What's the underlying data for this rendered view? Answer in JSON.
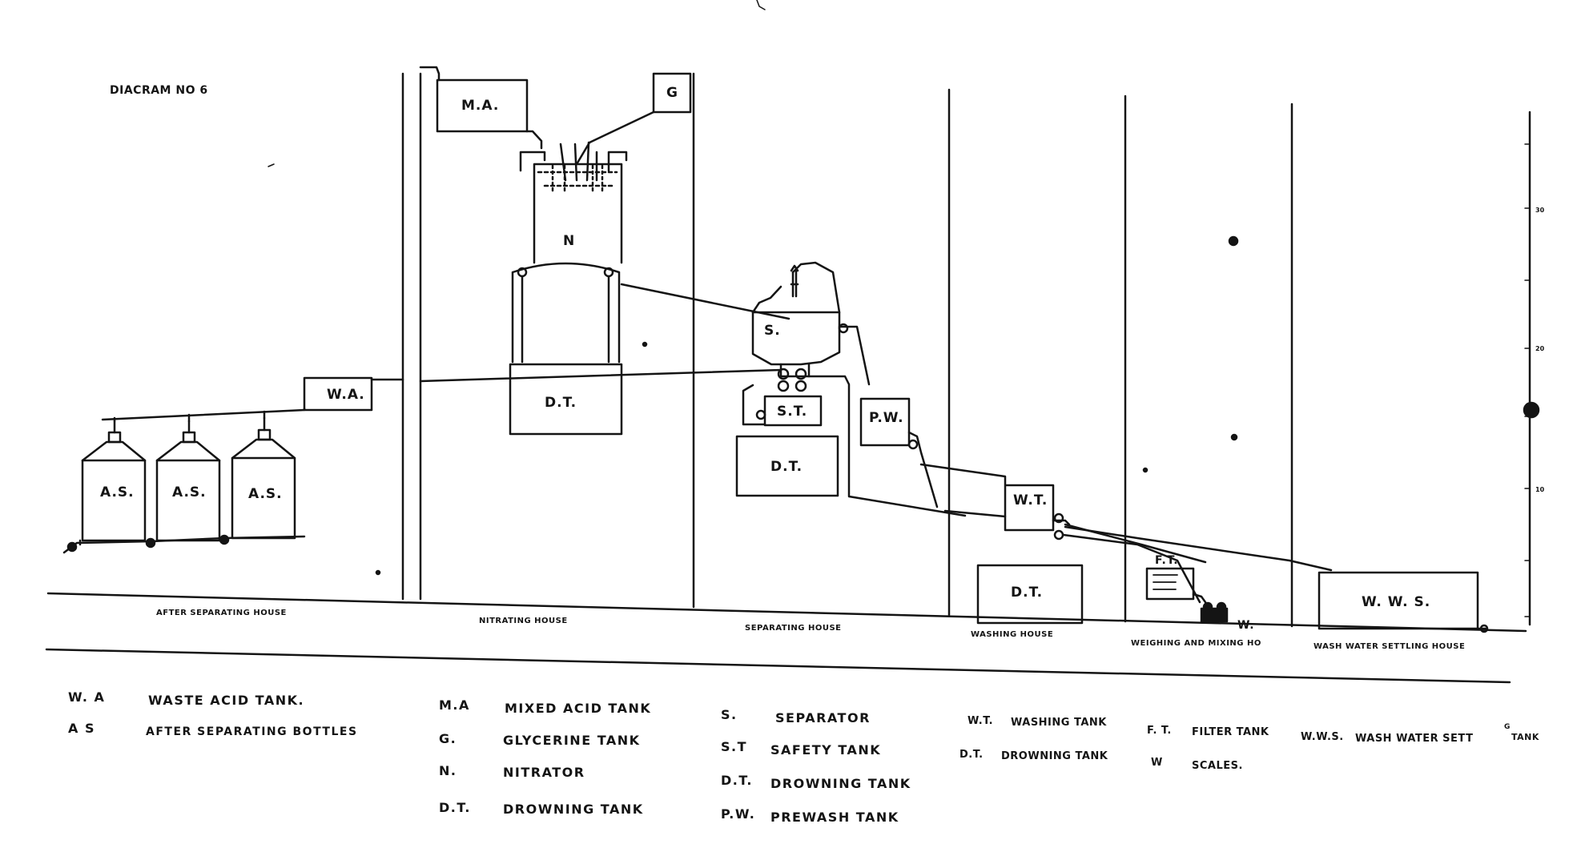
{
  "title": "DIACRAM NO 6",
  "houses": [
    "AFTER SEPARATING HOUSE",
    "NITRATING HOUSE",
    "SEPARATING HOUSE",
    "WASHING HOUSE",
    "WEIGHING AND MIXING HO",
    "WASH WATER SETTLING HOUSE"
  ],
  "tanks": {
    "ma": "M.A.",
    "g": "G",
    "n": "N",
    "dt1": "D.T.",
    "wa": "W.A.",
    "as": "A.S.",
    "s": "S.",
    "st": "S.T.",
    "dt2": "D.T.",
    "pw": "P.W.",
    "wt": "W.T.",
    "dt3": "D.T.",
    "ft": "F.T.",
    "w": "W.",
    "wws": "W. W. S."
  },
  "legend": {
    "col1": [
      {
        "code": "W. A",
        "text": "WASTE ACID TANK."
      },
      {
        "code": "A S",
        "text": "AFTER SEPARATING BOTTLES"
      }
    ],
    "col2": [
      {
        "code": "M.A",
        "text": "MIXED ACID TANK"
      },
      {
        "code": "G.",
        "text": "GLYCERINE TANK"
      },
      {
        "code": "N.",
        "text": "NITRATOR"
      },
      {
        "code": "D.T.",
        "text": "DROWNING TANK"
      }
    ],
    "col3": [
      {
        "code": "S.",
        "text": "SEPARATOR"
      },
      {
        "code": "S.T",
        "text": "SAFETY TANK"
      },
      {
        "code": "D.T.",
        "text": "DROWNING TANK"
      },
      {
        "code": "P.W.",
        "text": "PREWASH TANK"
      }
    ],
    "col4": [
      {
        "code": "W.T.",
        "text": "WASHING TANK"
      },
      {
        "code": "D.T.",
        "text": "DROWNING TANK"
      }
    ],
    "col5": [
      {
        "code": "F. T.",
        "text": "FILTER TANK"
      },
      {
        "code": "W",
        "text": "SCALES."
      }
    ],
    "col6": [
      {
        "code": "W.W.S.",
        "text": "WASH WATER SETT"
      },
      {
        "code": "G",
        "text": "TANK"
      }
    ]
  },
  "scale_ticks": [
    "30",
    "20",
    "10"
  ],
  "colors": {
    "ink": "#141414",
    "paper": "#ffffff"
  }
}
